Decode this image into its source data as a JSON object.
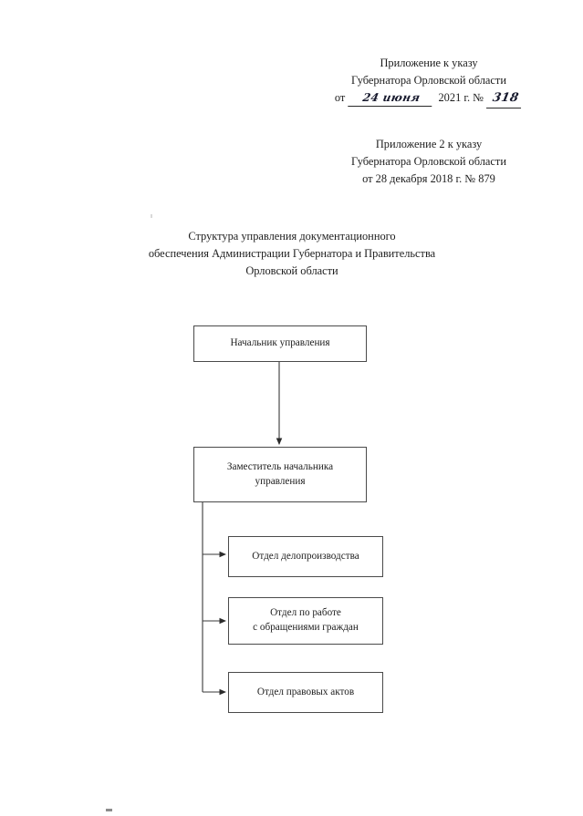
{
  "document": {
    "background_color": "#ffffff",
    "text_color": "#1d1d1d",
    "line_color": "#4a4a4a"
  },
  "appendix_current": {
    "line1": "Приложение к указу",
    "line2": "Губернатора Орловской области",
    "prefix": "от",
    "handwritten_date": "24 июня",
    "year_suffix": "2021 г. №",
    "handwritten_number": "318"
  },
  "appendix_previous": {
    "line1": "Приложение 2 к указу",
    "line2": "Губернатора Орловской области",
    "line3": "от 28 декабря 2018 г. № 879"
  },
  "title": {
    "line1": "Структура управления документационного",
    "line2": "обеспечения Администрации Губернатора и Правительства",
    "line3": "Орловской области"
  },
  "chart_data": {
    "type": "diagram",
    "title": "Структура управления документационного обеспечения Администрации Губернатора и Правительства Орловской области",
    "orientation": "top-down with left trunk branching",
    "nodes": [
      {
        "id": "head",
        "label": "Начальник управления",
        "lines": [
          "Начальник управления"
        ],
        "level": 0
      },
      {
        "id": "deputy",
        "label": "Заместитель начальника управления",
        "lines": [
          "Заместитель начальника",
          "управления"
        ],
        "level": 1
      },
      {
        "id": "dept-0",
        "label": "Отдел делопроизводства",
        "lines": [
          "Отдел делопроизводства"
        ],
        "level": 2
      },
      {
        "id": "dept-1",
        "label": "Отдел по работе с обращениями граждан",
        "lines": [
          "Отдел по работе",
          "с обращениями граждан"
        ],
        "level": 2
      },
      {
        "id": "dept-2",
        "label": "Отдел правовых актов",
        "lines": [
          "Отдел правовых актов"
        ],
        "level": 2
      }
    ],
    "edges": [
      {
        "from": "head",
        "to": "deputy",
        "style": "vertical-arrow"
      },
      {
        "from": "deputy",
        "to": "dept-0",
        "style": "elbow-arrow"
      },
      {
        "from": "deputy",
        "to": "dept-1",
        "style": "elbow-arrow"
      },
      {
        "from": "deputy",
        "to": "dept-2",
        "style": "elbow-arrow"
      }
    ]
  }
}
